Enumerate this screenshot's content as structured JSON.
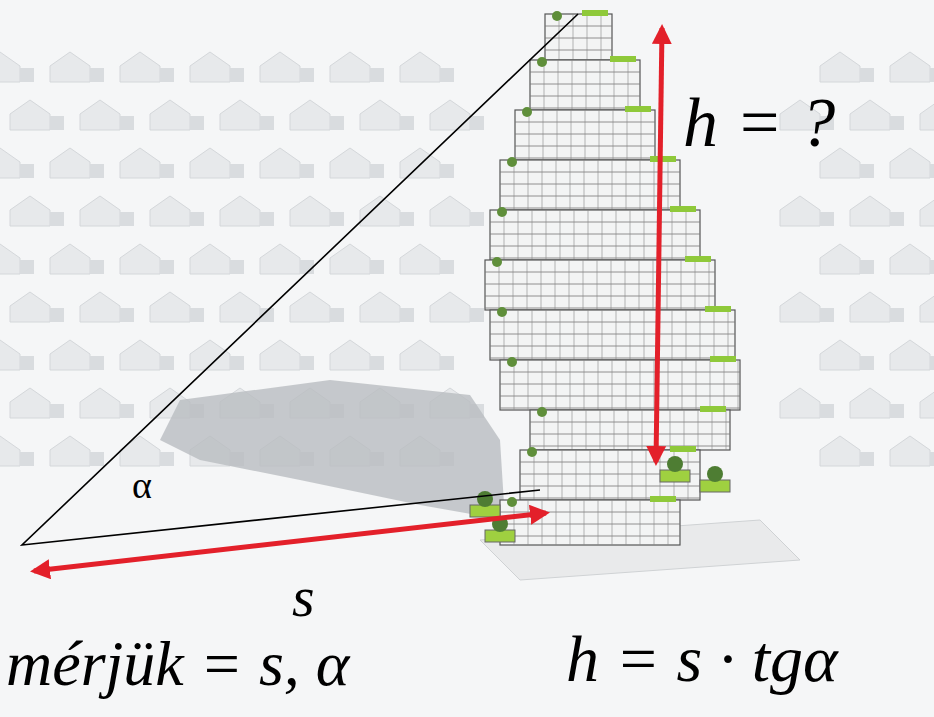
{
  "diagram": {
    "labels": [
      "h = ?",
      "α",
      "s",
      "mérjük = s, α",
      "h = s · tgα"
    ]
  }
}
